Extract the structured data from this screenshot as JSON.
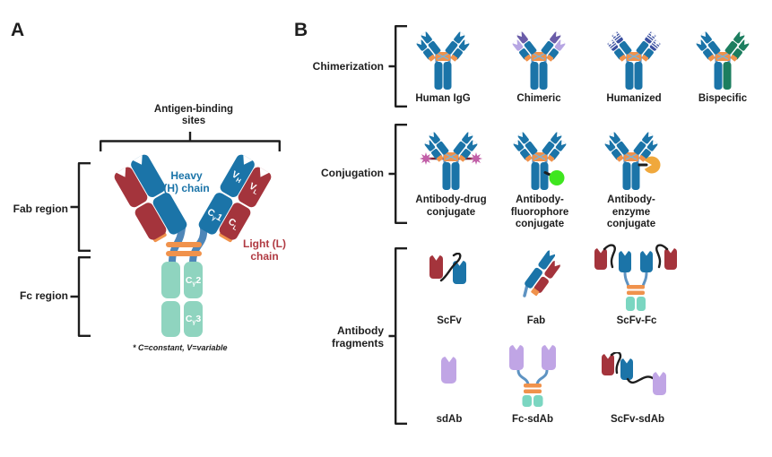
{
  "panel_a": {
    "letter": "A",
    "annotations": {
      "antigen_binding_sites": "Antigen-binding\nsites",
      "fab_region": "Fab region",
      "fc_region": "Fc region",
      "heavy_chain": "Heavy\n(H) chain",
      "light_chain": "Light (L)\nchain",
      "footnote": "* C=constant, V=variable"
    },
    "domain_labels": {
      "vh": {
        "pre": "V",
        "sub": "H",
        "post": ""
      },
      "vl": {
        "pre": "V",
        "sub": "L",
        "post": ""
      },
      "ch1": {
        "pre": "C",
        "sub": "γ",
        "post": "1"
      },
      "cl": {
        "pre": "C",
        "sub": "L",
        "post": ""
      },
      "ch2": {
        "pre": "C",
        "sub": "γ",
        "post": "2"
      },
      "ch3": {
        "pre": "C",
        "sub": "γ",
        "post": "3"
      }
    }
  },
  "panel_b": {
    "letter": "B",
    "groups": [
      {
        "label": "Chimerization",
        "items": [
          "Human IgG",
          "Chimeric",
          "Humanized",
          "Bispecific"
        ]
      },
      {
        "label": "Conjugation",
        "items": [
          "Antibody-drug\nconjugate",
          "Antibody-\nfluorophore\nconjugate",
          "Antibody-\nenzyme\nconjugate"
        ]
      },
      {
        "label": "Antibody\nfragments",
        "items": [
          "ScFv",
          "Fab",
          "ScFv-Fc",
          "sdAb",
          "Fc-sdAb",
          "ScFv-sdAb"
        ]
      }
    ]
  },
  "palette": {
    "heavy_chain_blue": "#1b74a8",
    "light_chain_red": "#a4343c",
    "fc_teal": "#8fd4bf",
    "fragment_teal": "#7bd6c1",
    "hinge_orange": "#f0924c",
    "stem_blue": "#4e86b8",
    "chimeric_purple_dark": "#6a5ca8",
    "chimeric_purple_light": "#b7a6e3",
    "humanized_navy": "#3a4fa0",
    "bispecific_green": "#1c7e5f",
    "drug_magenta": "#c25fa8",
    "drug_linker_maroon": "#7a2430",
    "fluorophore_green": "#3fe61f",
    "enzyme_orange": "#f0a83c",
    "sdab_purple": "#c0a5e5",
    "linker_black": "#1e1e1e",
    "text_dark": "#1e1e1e",
    "heavy_text_blue": "#1b74a8",
    "light_text_red": "#b03a42"
  }
}
